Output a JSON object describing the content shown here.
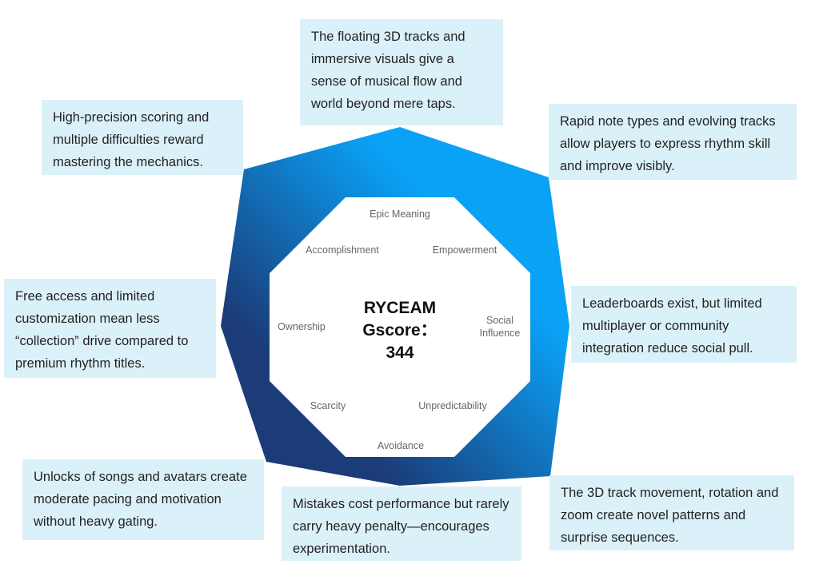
{
  "center": {
    "title": "RYCEAM",
    "score_label": "Gscore：",
    "score": "344"
  },
  "drives": {
    "epic_meaning": "Epic Meaning",
    "accomplishment": "Accomplishment",
    "empowerment": "Empowerment",
    "ownership": "Ownership",
    "social_influence_1": "Social",
    "social_influence_2": "Influence",
    "scarcity": "Scarcity",
    "unpredictability": "Unpredictability",
    "avoidance": "Avoidance"
  },
  "notes": {
    "epic_meaning": "The floating 3D tracks and immersive visuals give a sense of musical flow and world beyond mere taps.",
    "accomplishment": "High-precision scoring and multiple difficulties reward mastering the mechanics.",
    "empowerment": "Rapid note types and evolving tracks allow players to express rhythm skill and improve visibly.",
    "ownership": "Free access and limited customization mean less “collection” drive compared to premium rhythm titles.",
    "social_influence": "Leaderboards exist, but limited multiplayer or community integration reduce social pull.",
    "scarcity": "Unlocks of songs and avatars create moderate pacing and motivation without heavy gating.",
    "avoidance": "Mistakes cost performance but rarely carry heavy penalty—encourages experimentation.",
    "unpredictability": "The 3D track movement, rotation and zoom create novel patterns and surprise sequences."
  },
  "colors": {
    "light": "#0aa2f7",
    "dark": "#1b3c78",
    "box": "#dbf1f9"
  }
}
